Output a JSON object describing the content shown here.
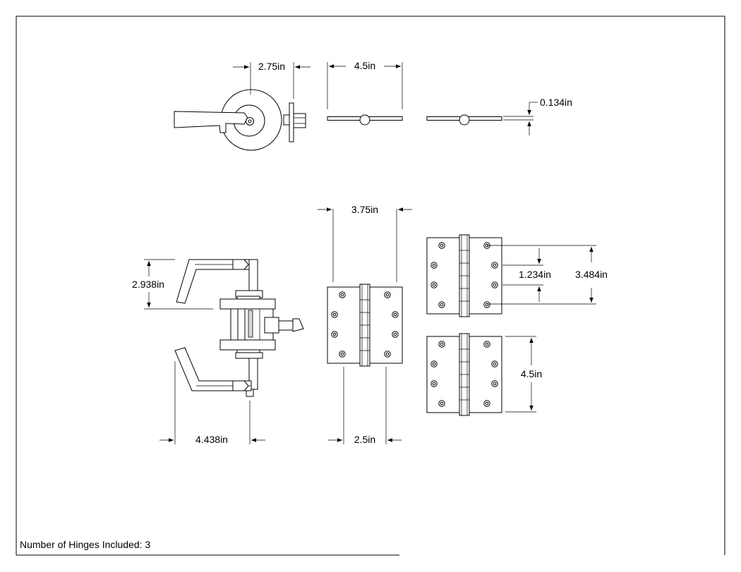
{
  "dimensions": {
    "lever_backset": "2.75in",
    "hinge_open_width": "4.5in",
    "leaf_thickness": "0.134in",
    "lever_height": "2.938in",
    "lever_length": "4.438in",
    "hinge_width": "3.75in",
    "hinge_leaf_span": "2.5in",
    "screw_spacing": "1.234in",
    "outer_screw_spacing": "3.484in",
    "hinge_height": "4.5in"
  },
  "note": {
    "text": "Number of Hinges Included: 3"
  }
}
